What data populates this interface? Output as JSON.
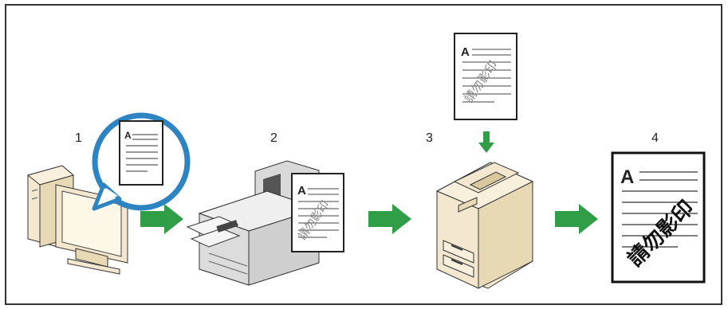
{
  "steps": [
    {
      "number": "1",
      "icon": "computer-with-document-icon"
    },
    {
      "number": "2",
      "icon": "printer-icon"
    },
    {
      "number": "3",
      "icon": "copier-icon"
    },
    {
      "number": "4",
      "icon": "copied-document-icon"
    }
  ],
  "document": {
    "heading_letter": "A",
    "watermark_text": "請勿影印"
  },
  "colors": {
    "arrow": "#2f9e47",
    "frame": "#333333",
    "bubble_ring": "#2e84c0",
    "machine_body": "#f3e8cf",
    "printer_body": "#d9d9d9"
  }
}
